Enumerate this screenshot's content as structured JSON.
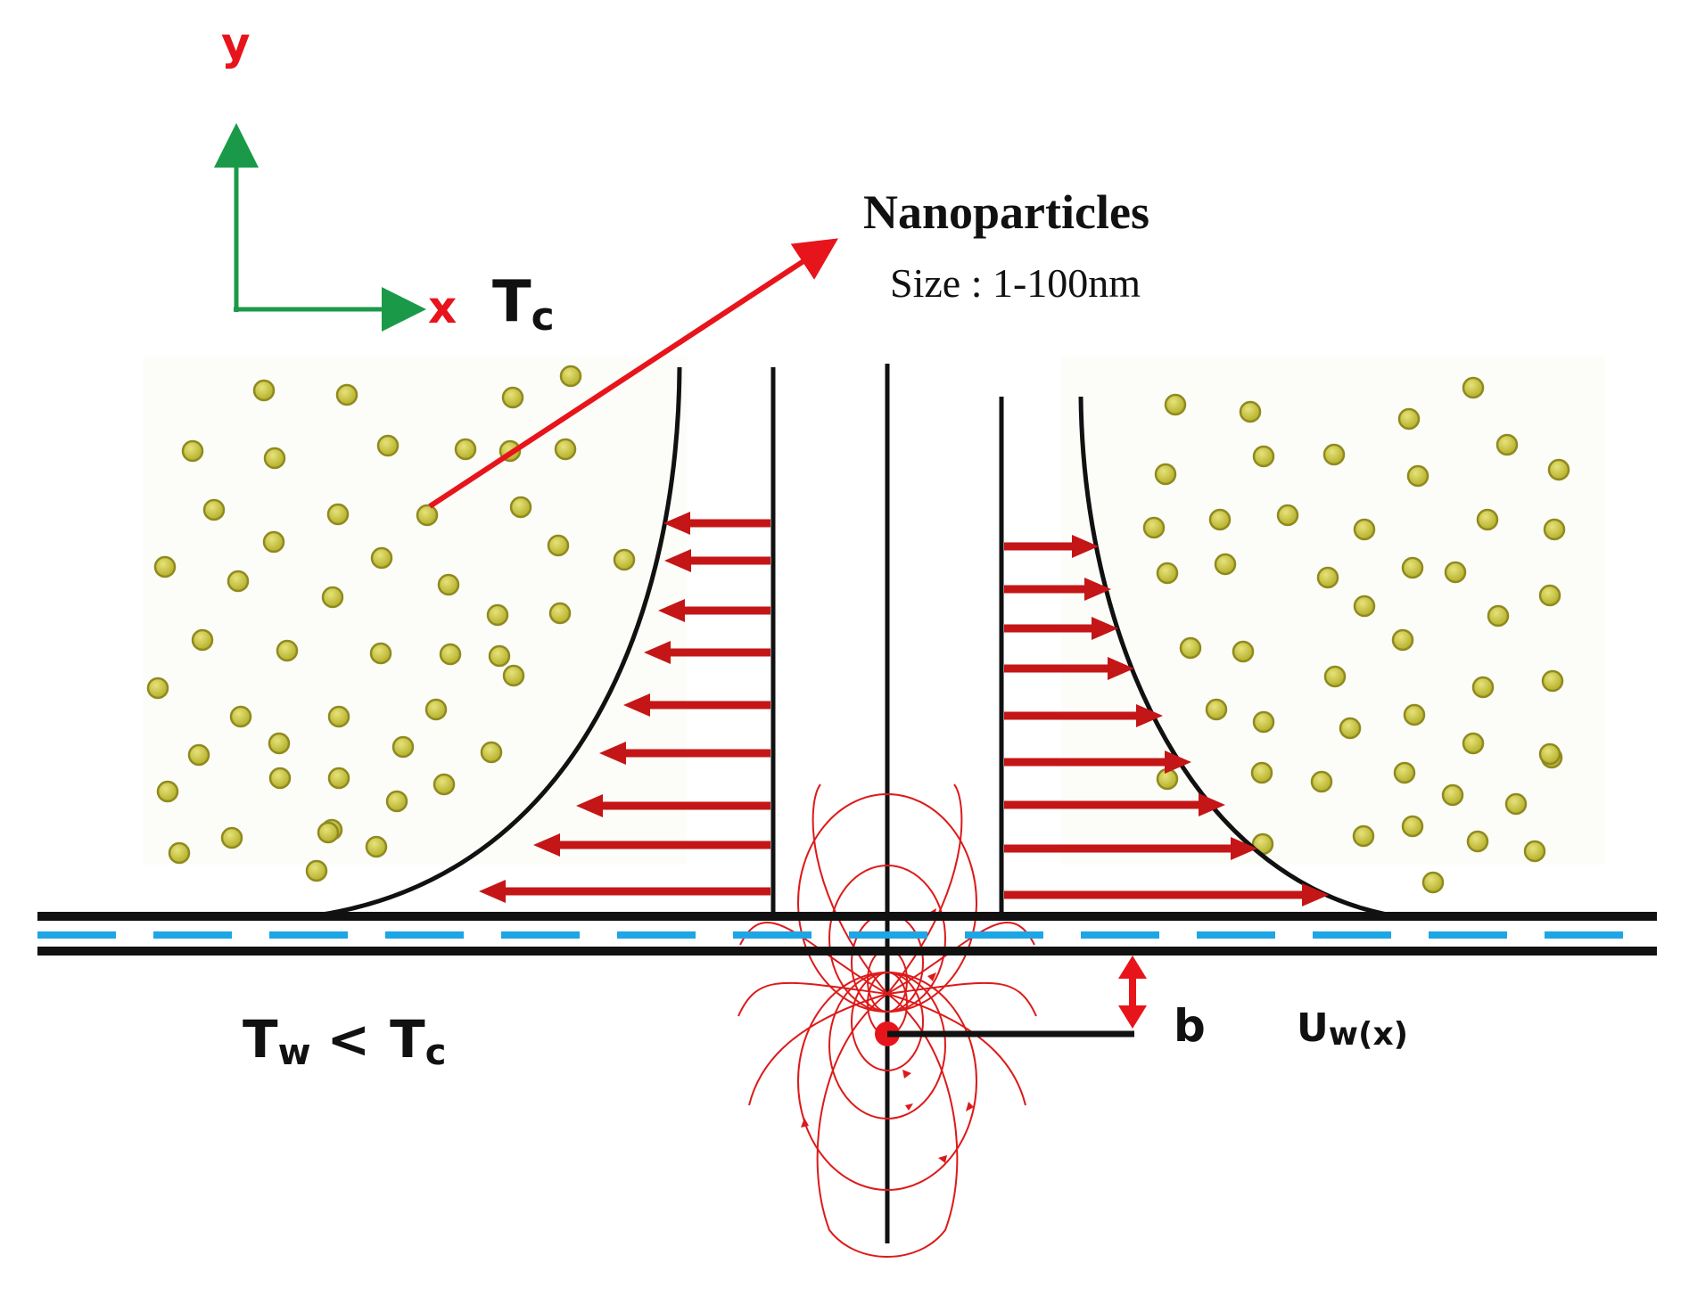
{
  "axes": {
    "y_label": "y",
    "x_label": "x",
    "y_color": "#e8141b",
    "x_color": "#e8141b",
    "axis_color": "#1a9a48"
  },
  "labels": {
    "nanoparticles_title": "Nanoparticles",
    "nanoparticles_size": "Size : 1-100nm",
    "tc": {
      "main": "T",
      "sub": "c"
    },
    "tw_lt_tc": {
      "t1": "T",
      "s1": "w",
      "op": "<",
      "t2": "T",
      "s2": "c"
    },
    "b": "b",
    "uw": {
      "main": "U",
      "sub": "w(x)"
    }
  },
  "colors": {
    "particle_fill": "#c8c43a",
    "particle_stroke": "#8f8a1e",
    "velocity_arrow": "#c41616",
    "pointer_arrow": "#e8141b",
    "field_lines": "#dd1a1a",
    "dash_line": "#1ea6e4",
    "structure": "#111111"
  },
  "icons": {
    "pointer": "arrow-right-up-icon",
    "gap": "double-headed-arrow-icon",
    "source": "dipole-source-icon"
  }
}
